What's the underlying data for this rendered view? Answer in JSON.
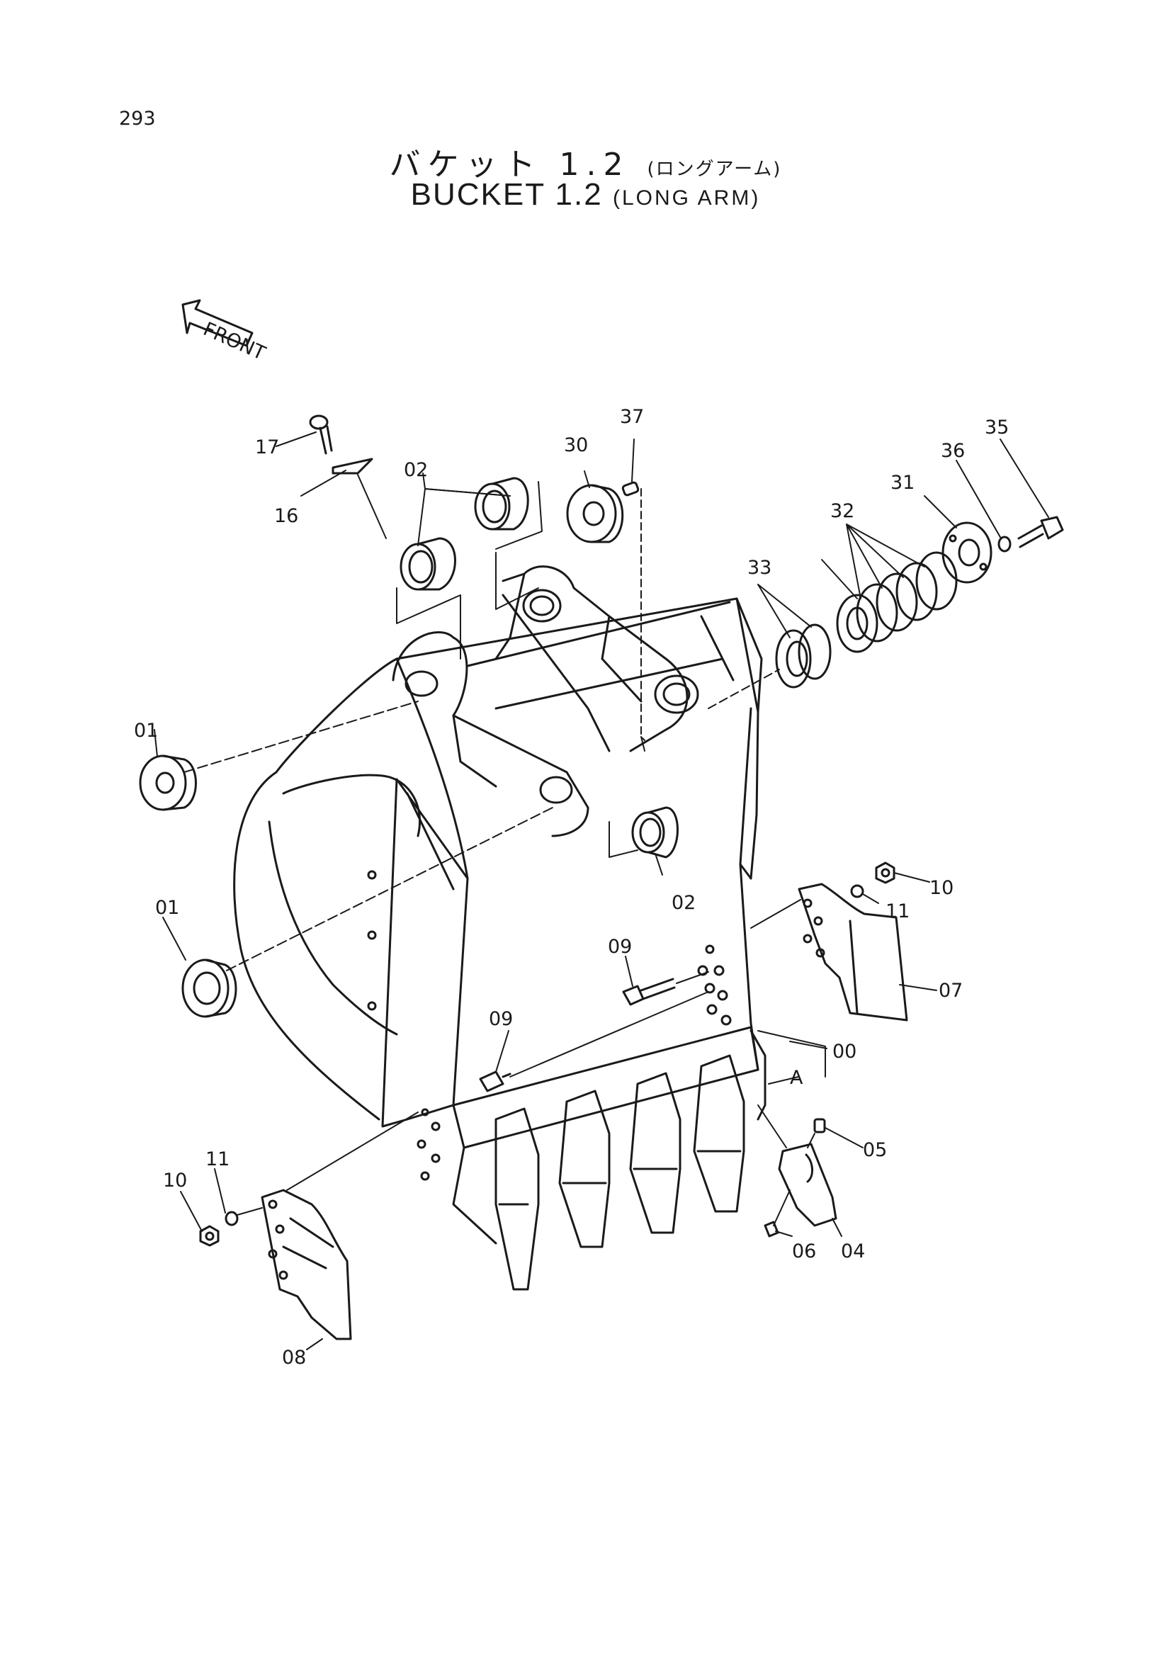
{
  "page_number": "293",
  "title_jp": "バケット 1.2",
  "title_jp_sub": "(ロングアーム)",
  "title_en": "BUCKET 1.2",
  "title_en_sub": "(LONG ARM)",
  "front_arrow_text": "FRONT",
  "callouts": {
    "c00": "00",
    "cA": "A",
    "c01a": "01",
    "c01b": "01",
    "c02a": "02",
    "c02b": "02",
    "c04": "04",
    "c05": "05",
    "c06": "06",
    "c07": "07",
    "c08": "08",
    "c09a": "09",
    "c09b": "09",
    "c10a": "10",
    "c10b": "10",
    "c11a": "11",
    "c11b": "11",
    "c16": "16",
    "c17": "17",
    "c30": "30",
    "c31": "31",
    "c32": "32",
    "c33": "33",
    "c35": "35",
    "c36": "36",
    "c37": "37"
  }
}
